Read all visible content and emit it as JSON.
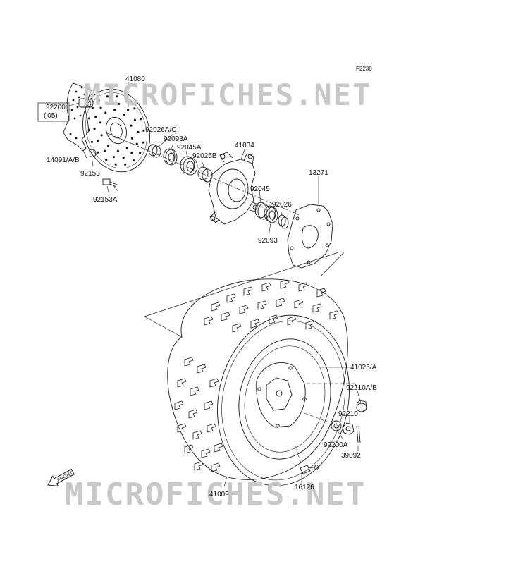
{
  "figure_code": "F2230",
  "watermark_text": "MICROFICHES.NET",
  "front_label": "FRONT",
  "parts": {
    "p41080": "41080",
    "p92200": "92200",
    "p92200_note": "('05)",
    "p14091": "14091/A/B",
    "p92153": "92153",
    "p92153A": "92153A",
    "p92026AC": "92026A/C",
    "p92093A": "92093A",
    "p92045A": "92045A",
    "p92026B": "92026B",
    "p41034": "41034",
    "p13271": "13271",
    "p92045": "92045",
    "p92026": "92026",
    "p92093": "92093",
    "p41025": "41025/A",
    "p92210AB": "92210A/B",
    "p92210": "92210",
    "p92200A": "92200A",
    "p39092": "39092",
    "p16126": "16126",
    "p41009": "41009"
  },
  "colors": {
    "line": "#1a1a1a",
    "watermark": "#c8c8c8"
  }
}
